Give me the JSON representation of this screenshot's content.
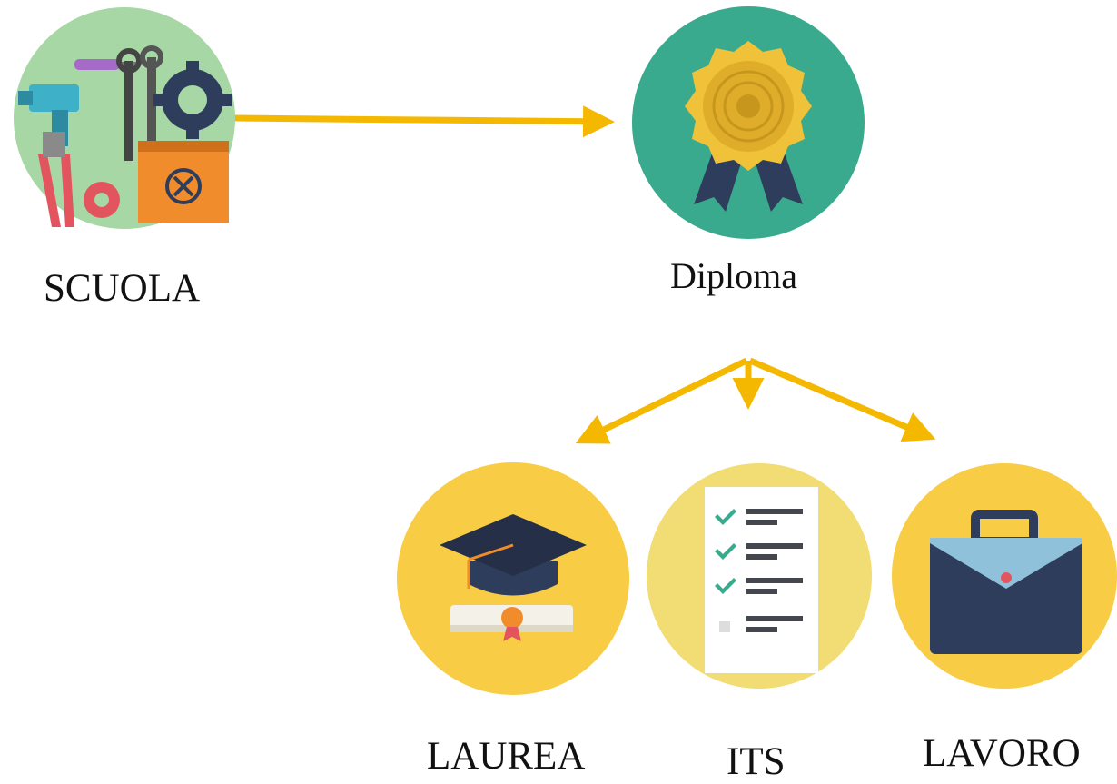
{
  "nodes": {
    "scuola": {
      "label": "SCUOLA"
    },
    "diploma": {
      "label": "Diploma"
    },
    "laurea": {
      "label": "LAUREA"
    },
    "its": {
      "label": "ITS"
    },
    "lavoro": {
      "label": "LAVORO"
    }
  },
  "edges": [
    {
      "from": "SCUOLA",
      "to": "Diploma"
    },
    {
      "from": "Diploma",
      "to": "LAUREA"
    },
    {
      "from": "Diploma",
      "to": "ITS"
    },
    {
      "from": "Diploma",
      "to": "LAVORO"
    }
  ],
  "colors": {
    "arrow": "#f5b800",
    "diploma_bg": "#3aaa8e",
    "badge": "#efc23a",
    "yellow_bg": "#f8cd45",
    "its_bg": "#f2dc74",
    "navy": "#2f3d5c"
  },
  "icons": {
    "scuola": "tools-gears-icon",
    "diploma": "award-badge-icon",
    "laurea": "graduation-cap-icon",
    "its": "checklist-icon",
    "lavoro": "briefcase-icon"
  }
}
